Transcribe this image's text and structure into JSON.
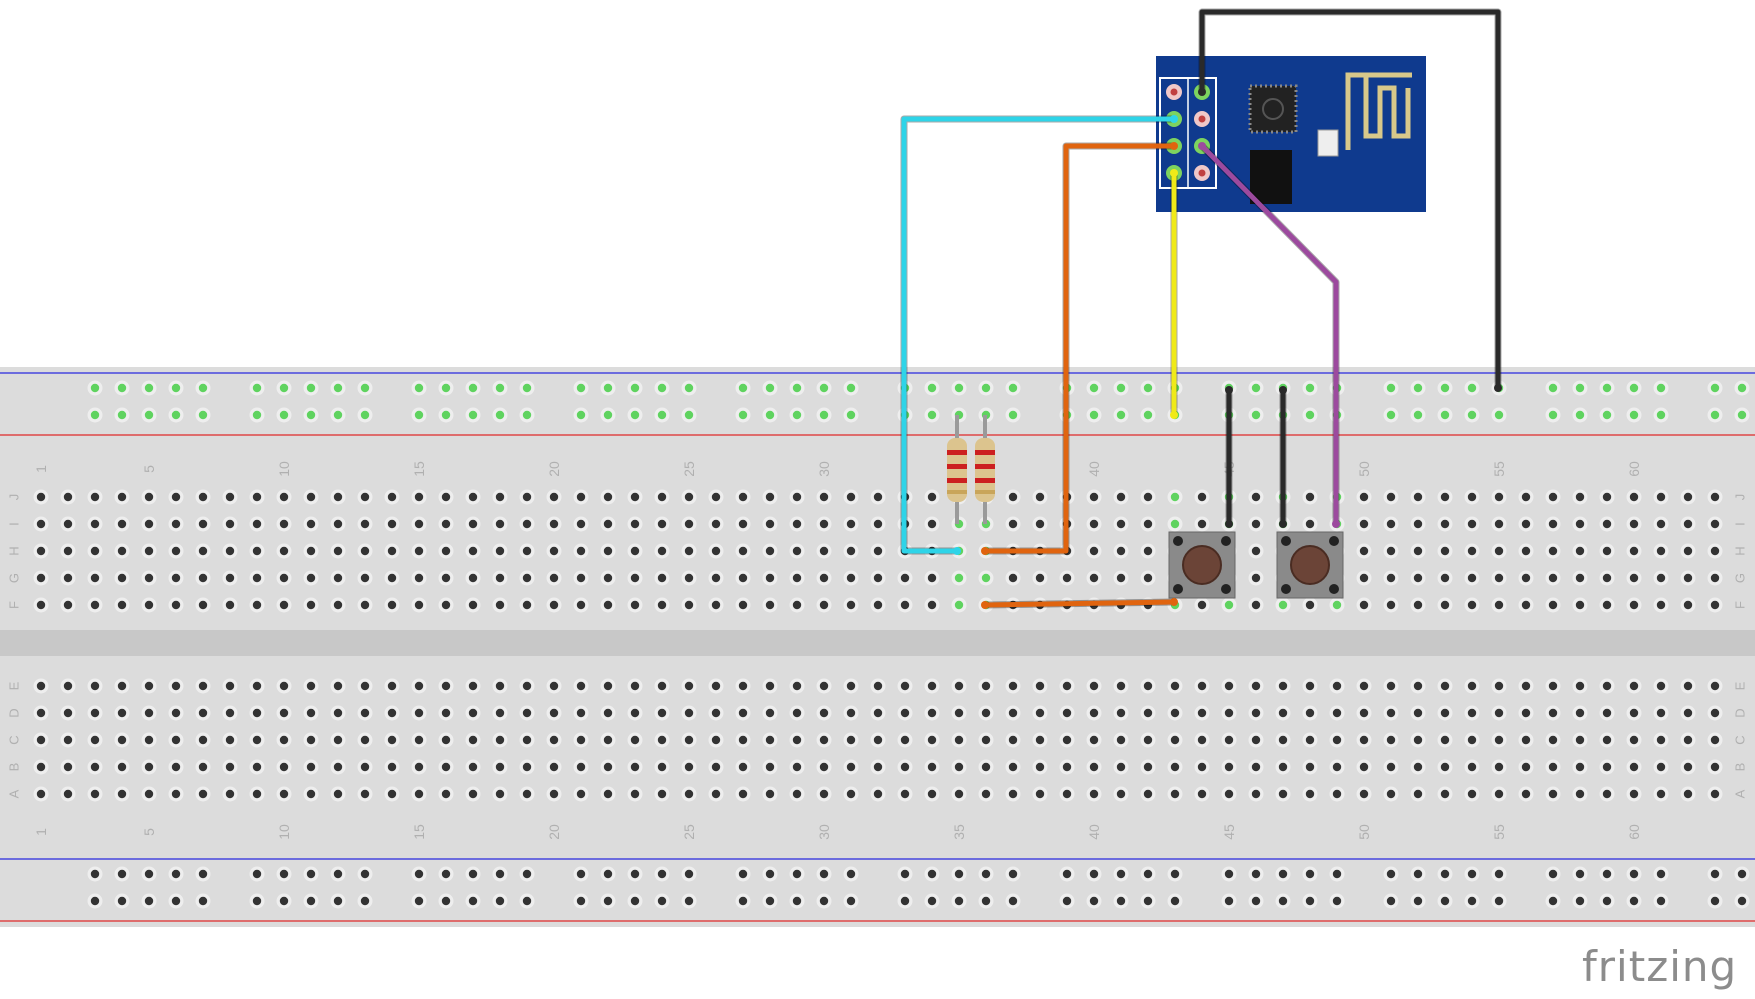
{
  "app": {
    "logo_text": "fritzing"
  },
  "breadboard": {
    "row_letters_top": [
      "J",
      "I",
      "H",
      "G",
      "F"
    ],
    "row_letters_bottom": [
      "E",
      "D",
      "C",
      "B",
      "A"
    ],
    "column_numbers": [
      "1",
      "5",
      "10",
      "15",
      "20",
      "25",
      "30",
      "35",
      "40",
      "45",
      "50",
      "55",
      "60"
    ]
  },
  "components": {
    "esp_module": {
      "name": "ESP-01",
      "header_pins": 8
    },
    "resistors": [
      {
        "name": "resistor-1"
      },
      {
        "name": "resistor-2"
      }
    ],
    "push_buttons": [
      {
        "name": "push-button-1"
      },
      {
        "name": "push-button-2"
      }
    ]
  },
  "wire_colors": {
    "cyan": "#2ed4e8",
    "orange": "#e0640f",
    "yellow": "#f0ea18",
    "purple": "#9c4a9e",
    "black": "#2a2a2a"
  },
  "colors": {
    "board": "#dcdcdc",
    "board_trench": "#c8c8c8",
    "rail_blue": "#2a2ae0",
    "rail_red": "#e02a2a",
    "hole": "#333333",
    "hole_connected": "#5fd35f",
    "esp_blue": "#0f3a8e"
  }
}
